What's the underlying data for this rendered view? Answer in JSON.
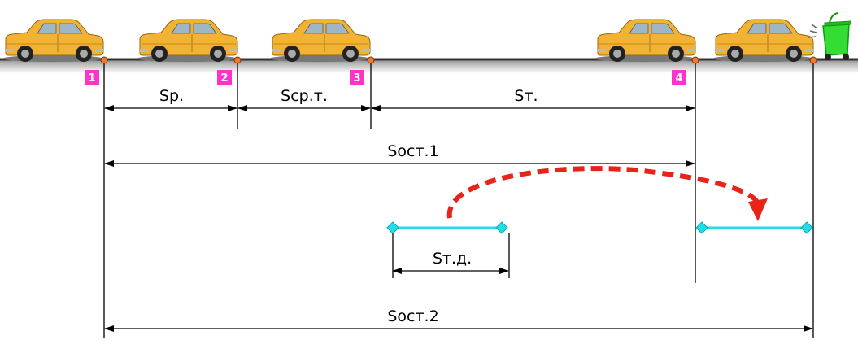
{
  "markers": [
    "1",
    "2",
    "3",
    "4"
  ],
  "labels": {
    "sp": "Sp.",
    "scpt": "Scp.т.",
    "st": "Sт.",
    "sost1": "Sост.1",
    "std": "Sт.д.",
    "sost2": "Sост.2"
  },
  "colors": {
    "car_body": "#f2b233",
    "marker": "#ff33cc",
    "point": "#f07a2a",
    "segment": "#22dde8",
    "arrow": "#e8241a",
    "bin": "#33dd33",
    "road": "#666666"
  },
  "icons": [
    "car-icon",
    "trash-bin-icon"
  ]
}
